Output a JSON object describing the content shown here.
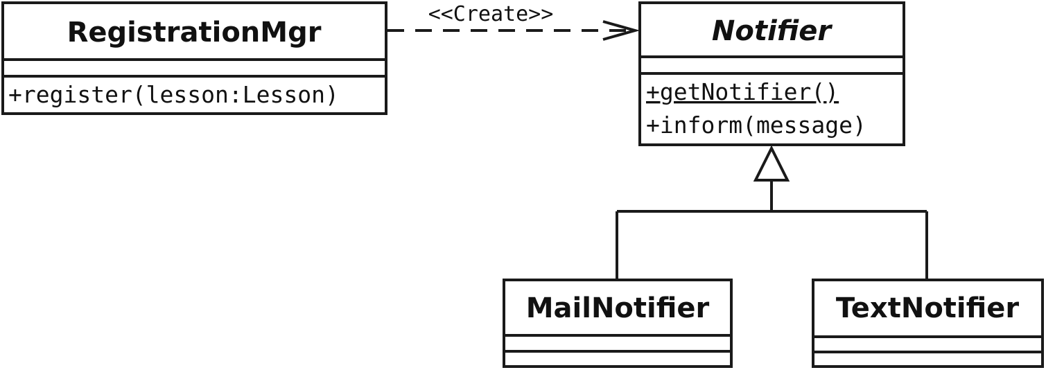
{
  "classes": {
    "registration_mgr": {
      "name": "RegistrationMgr",
      "operations": [
        "+register(lesson:Lesson)"
      ]
    },
    "notifier": {
      "name": "Notifier",
      "abstract": true,
      "operations": [
        "+getNotifier()",
        "+inform(message)"
      ],
      "static_operation": "+getNotifier()"
    },
    "mail_notifier": {
      "name": "MailNotifier",
      "operations": []
    },
    "text_notifier": {
      "name": "TextNotifier",
      "operations": []
    }
  },
  "relations": {
    "create_dependency": {
      "type": "dependency",
      "label": "<<Create>>",
      "from": "RegistrationMgr",
      "to": "Notifier"
    },
    "generalization": {
      "type": "generalization",
      "parent": "Notifier",
      "children": [
        "MailNotifier",
        "TextNotifier"
      ]
    }
  }
}
